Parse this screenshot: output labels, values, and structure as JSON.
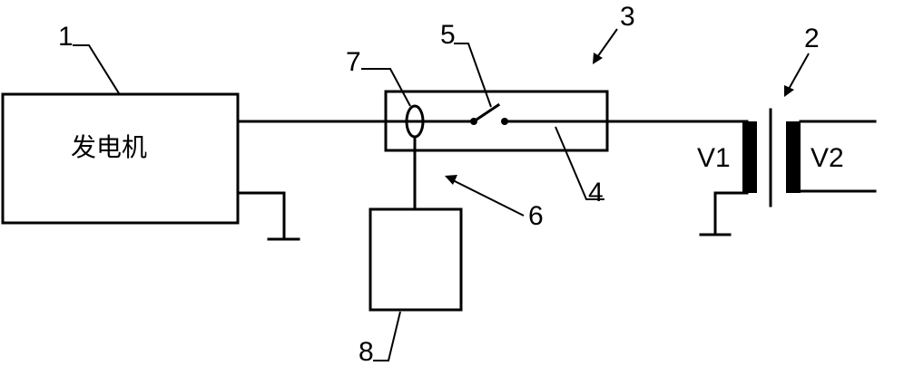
{
  "generator": {
    "label": "发电机",
    "ref": "1"
  },
  "transformer": {
    "ref": "2",
    "primary_label": "V1",
    "secondary_label": "V2"
  },
  "breaker_unit": {
    "ref": "3",
    "housing_ref": "4",
    "switch_ref": "5",
    "arrow_ref": "6"
  },
  "current_sensor": {
    "ref": "7"
  },
  "monitor_box": {
    "ref": "8"
  }
}
